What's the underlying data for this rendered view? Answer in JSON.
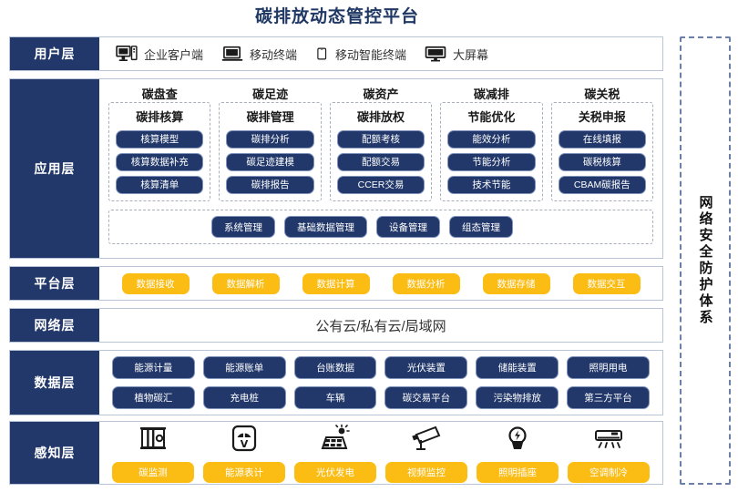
{
  "title": "碳排放动态管控平台",
  "security_panel": {
    "label": "网络安全防护体系"
  },
  "layers": {
    "user": {
      "label": "用户层",
      "items": [
        {
          "icon": "desktop-pc-icon",
          "label": "企业客户端"
        },
        {
          "icon": "laptop-icon",
          "label": "移动终端"
        },
        {
          "icon": "smartphone-icon",
          "label": "移动智能终端"
        },
        {
          "icon": "large-screen-icon",
          "label": "大屏幕"
        }
      ]
    },
    "application": {
      "label": "应用层",
      "groups": [
        {
          "title": "碳盘查",
          "subtitle": "碳排核算",
          "items": [
            "核算模型",
            "核算数据补充",
            "核算清单"
          ]
        },
        {
          "title": "碳足迹",
          "subtitle": "碳排管理",
          "items": [
            "碳排分析",
            "碳足迹建模",
            "碳排报告"
          ]
        },
        {
          "title": "碳资产",
          "subtitle": "碳排放权",
          "items": [
            "配额考核",
            "配额交易",
            "CCER交易"
          ]
        },
        {
          "title": "碳减排",
          "subtitle": "节能优化",
          "items": [
            "能效分析",
            "节能分析",
            "技术节能"
          ]
        },
        {
          "title": "碳关税",
          "subtitle": "关税申报",
          "items": [
            "在线填报",
            "碳税核算",
            "CBAM碳报告"
          ]
        }
      ],
      "management": [
        "系统管理",
        "基础数据管理",
        "设备管理",
        "组态管理"
      ]
    },
    "platform": {
      "label": "平台层",
      "items": [
        "数据接收",
        "数据解析",
        "数据计算",
        "数据分析",
        "数据存储",
        "数据交互"
      ]
    },
    "network": {
      "label": "网络层",
      "text": "公有云/私有云/局域网"
    },
    "data": {
      "label": "数据层",
      "row1": [
        "能源计量",
        "能源账单",
        "台账数据",
        "光伏装置",
        "储能装置",
        "照明用电"
      ],
      "row2": [
        "植物碳汇",
        "充电桩",
        "车辆",
        "碳交易平台",
        "污染物排放",
        "第三方平台"
      ]
    },
    "sense": {
      "label": "感知层",
      "items": [
        {
          "icon": "carbon-monitor-icon",
          "label": "碳监测"
        },
        {
          "icon": "energy-meter-icon",
          "label": "能源表计"
        },
        {
          "icon": "solar-panel-icon",
          "label": "光伏发电"
        },
        {
          "icon": "cctv-camera-icon",
          "label": "视频监控"
        },
        {
          "icon": "lightbulb-socket-icon",
          "label": "照明插座"
        },
        {
          "icon": "air-conditioner-icon",
          "label": "空调制冷"
        }
      ]
    }
  },
  "colors": {
    "navy": "#22386a",
    "amber": "#fbbc14",
    "title": "#1f3864",
    "border": "#b9c4d6"
  }
}
